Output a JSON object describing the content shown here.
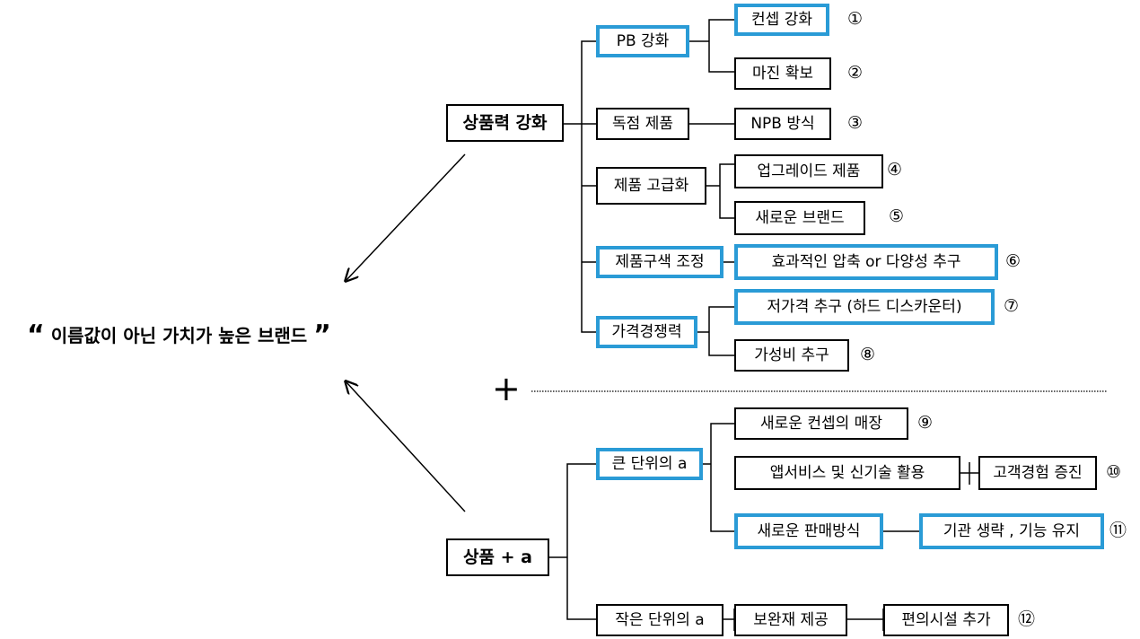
{
  "center_statement": {
    "open_quote": "“",
    "text": "이름값이 아닌 가치가 높은 브랜드",
    "close_quote": "”"
  },
  "plus_symbol": "+",
  "branch_top": {
    "label": "상품력 강화",
    "children": [
      {
        "label": "PB 강화",
        "highlight": true,
        "items": [
          {
            "label": "컨셉 강화",
            "highlight": true,
            "num": "①"
          },
          {
            "label": "마진 확보",
            "highlight": false,
            "num": "②"
          }
        ]
      },
      {
        "label": "독점 제품",
        "highlight": false,
        "items": [
          {
            "label": "NPB 방식",
            "highlight": false,
            "num": "③"
          }
        ]
      },
      {
        "label": "제품 고급화",
        "highlight": false,
        "items": [
          {
            "label": "업그레이드 제품",
            "highlight": false,
            "num": "④"
          },
          {
            "label": "새로운 브랜드",
            "highlight": false,
            "num": "⑤"
          }
        ]
      },
      {
        "label": "제품구색 조정",
        "highlight": true,
        "items": [
          {
            "label": "효과적인 압축 or 다양성 추구",
            "highlight": true,
            "num": "⑥"
          }
        ]
      },
      {
        "label": "가격경쟁력",
        "highlight": true,
        "items": [
          {
            "label": "저가격 추구 (하드 디스카운터)",
            "highlight": true,
            "num": "⑦"
          },
          {
            "label": "가성비 추구",
            "highlight": false,
            "num": "⑧"
          }
        ]
      }
    ]
  },
  "branch_bottom": {
    "label": "상품 + a",
    "children": [
      {
        "label": "큰 단위의 a",
        "highlight": true,
        "items": [
          {
            "label": "새로운 컨셉의 매장",
            "highlight": false,
            "num": "⑨"
          },
          {
            "label": "앱서비스 및 신기술 활용",
            "highlight": false,
            "next": "고객경험 증진",
            "next_highlight": false,
            "num": "⑩"
          },
          {
            "label": "새로운 판매방식",
            "highlight": true,
            "next": "기관 생략 , 기능 유지",
            "next_highlight": true,
            "num": "⑪"
          }
        ]
      },
      {
        "label": "작은 단위의 a",
        "highlight": false,
        "items": [
          {
            "label": "보완재 제공",
            "highlight": false,
            "next": "편의시설 추가",
            "next_highlight": false,
            "num": "⑫"
          }
        ]
      }
    ]
  },
  "colors": {
    "highlight_border": "#2a9bd6",
    "line": "#000000"
  }
}
